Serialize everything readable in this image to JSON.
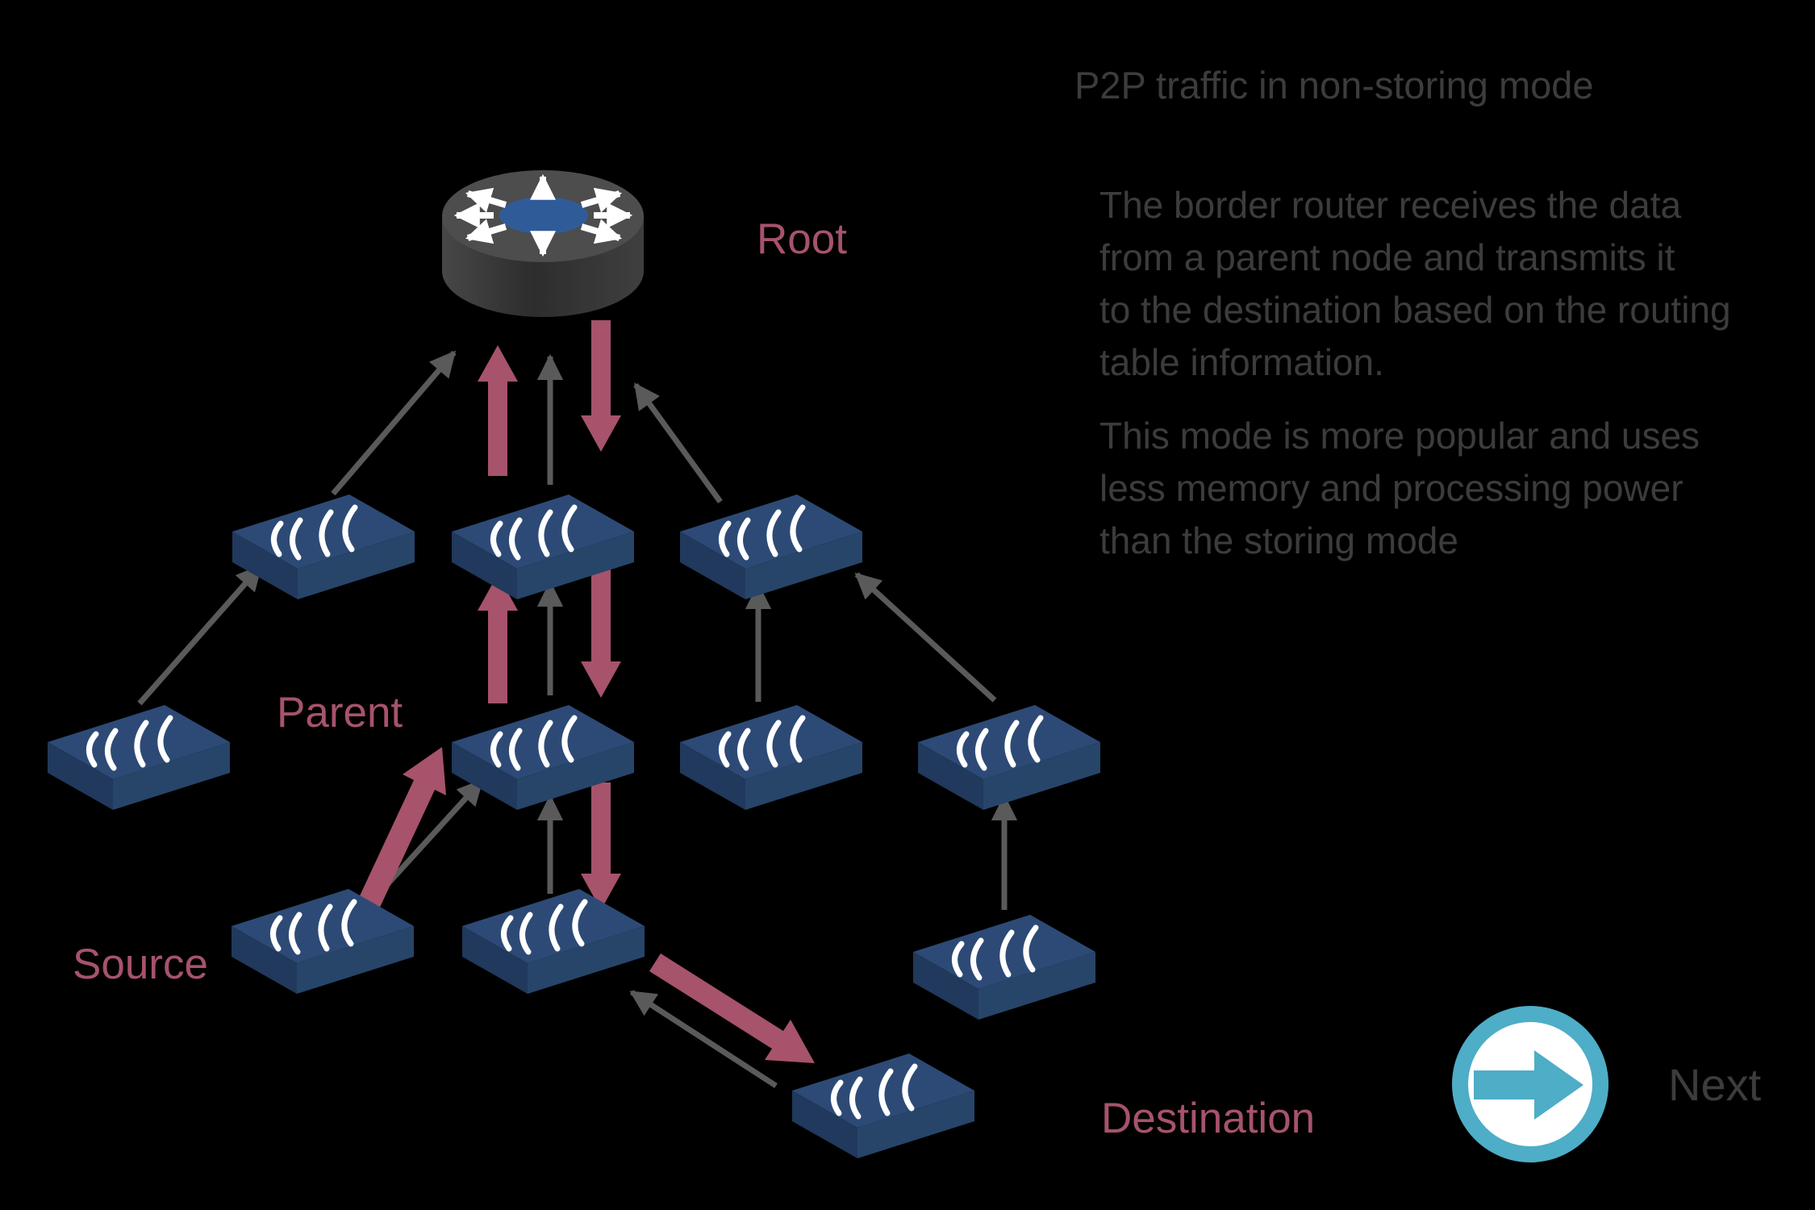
{
  "slide": {
    "title": "P2P traffic in non-storing mode",
    "body": {
      "p1": [
        "The border router receives the data",
        "from a parent node and transmits it",
        "to the destination based on the routing",
        "table information."
      ],
      "p2": [
        "This mode is more popular and uses",
        "less memory and processing power",
        "than the storing mode"
      ]
    }
  },
  "diagram": {
    "node_labels": {
      "root": "Root",
      "parent": "Parent",
      "source": "Source",
      "destination": "Destination"
    },
    "icons": {
      "root_router": "cylinder-router-with-radiating-arrows",
      "wireless_node": "blue-wireless-switch",
      "uplink": "thin-gray-arrow",
      "traffic": "thick-maroon-arrow"
    }
  },
  "nav": {
    "next": "Next",
    "next_icon": "circle-arrow-right"
  },
  "colors": {
    "background": "#000000",
    "maroon_accent": "#a6536b",
    "node_blue_top": "#2d4a76",
    "node_blue_left": "#20395c",
    "node_blue_right": "#264569",
    "router_gray": "#4d4d4d",
    "router_blue_center": "#2f5c98",
    "link_gray": "#5a5a5a",
    "text_gray": "#3c3c3c",
    "next_teal": "#4eadc7",
    "signal_white": "#ffffff"
  }
}
